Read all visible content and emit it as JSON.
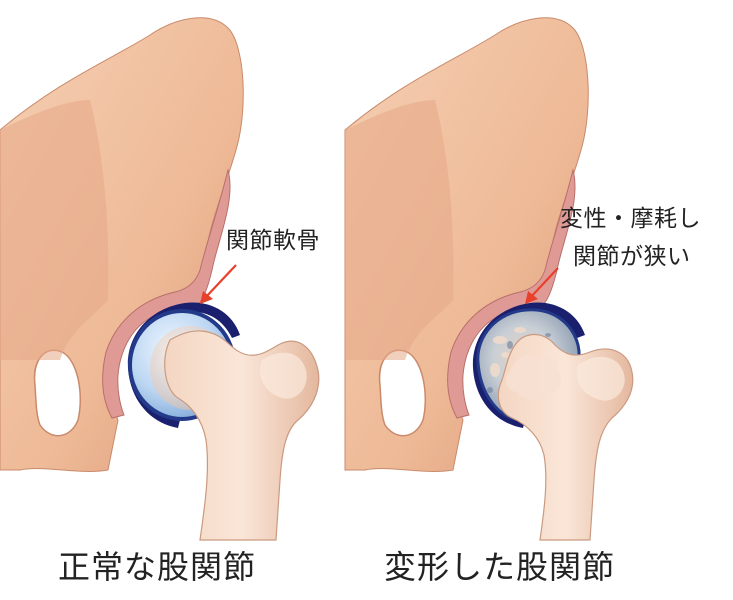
{
  "normal_joint": {
    "caption": "正常な股関節",
    "callout": "関節軟骨"
  },
  "deformed_joint": {
    "caption": "変形した股関節",
    "callout_line1": "変性・摩耗し",
    "callout_line2": "関節が狭い"
  },
  "colors": {
    "bone": "#f0c2a4",
    "bone_shadow": "#d7977a",
    "cartilage_band": "#e2a19a",
    "socket_rim": "#1a1f6e",
    "healthy_cartilage": "#c7dcf5",
    "worn_cartilage": "#b8c4d0",
    "arrow": "#e8412b"
  }
}
